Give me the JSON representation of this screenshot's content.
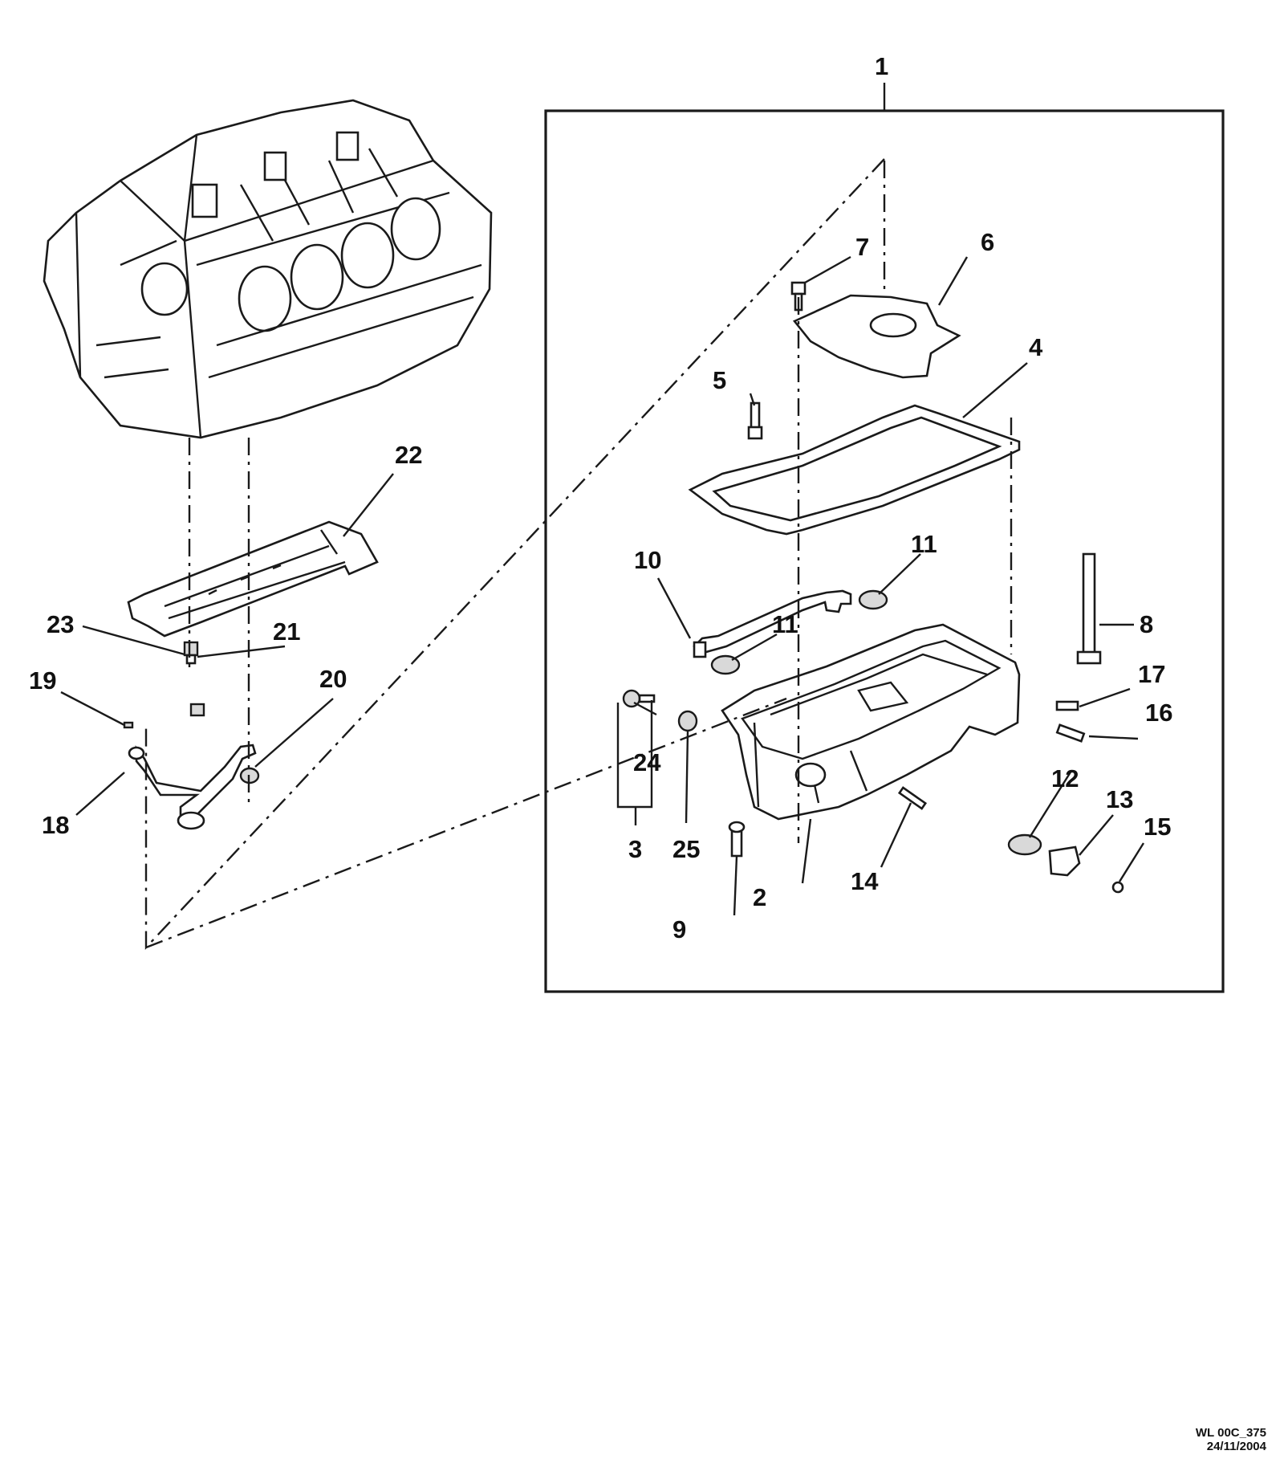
{
  "drawing": {
    "reference": "WL 00C_375",
    "date": "24/11/2004",
    "callouts": [
      "1",
      "2",
      "3",
      "4",
      "5",
      "6",
      "7",
      "8",
      "9",
      "10",
      "11",
      "11",
      "12",
      "13",
      "14",
      "15",
      "16",
      "17",
      "18",
      "19",
      "20",
      "21",
      "22",
      "23",
      "24",
      "25"
    ]
  },
  "colors": {
    "ink": "#1a1a1a",
    "background": "#ffffff",
    "shade": "#d9d9d9"
  }
}
